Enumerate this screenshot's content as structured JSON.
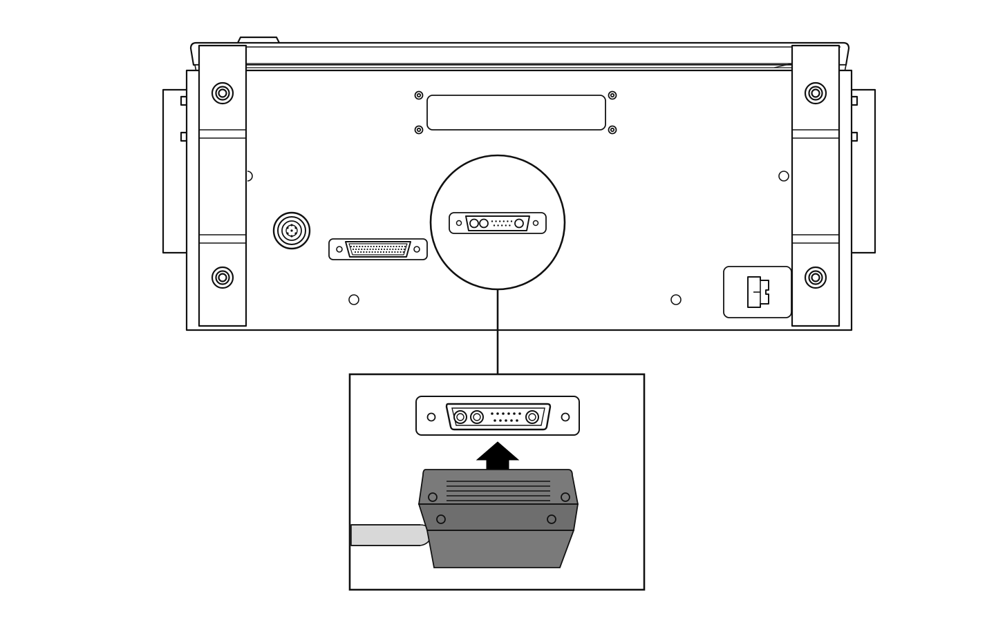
{
  "diagram": {
    "kind": "connector-installation-illustration",
    "colors": {
      "line": "#111111",
      "background": "#ffffff",
      "plug_body": "#7a7a7a",
      "plug_shadow": "#6a6a6a",
      "cable": "#d8d8d8",
      "arrow": "#000000"
    },
    "device": {
      "view": "rear-panel",
      "ports": [
        {
          "name": "round-multi-pin-connector",
          "icon": "circular-connector-icon"
        },
        {
          "name": "db-high-density-connector",
          "icon": "dsub-connector-icon"
        },
        {
          "name": "combo-d-sub-power-connector",
          "icon": "combo-dsub-connector-icon",
          "highlighted": true
        },
        {
          "name": "power-inlet",
          "icon": "power-inlet-icon"
        }
      ]
    },
    "detail": {
      "shows": "plug-insertion",
      "arrow_direction": "up",
      "plug_icon": "combo-dsub-plug-icon",
      "cable_icon": "cable-icon"
    }
  }
}
